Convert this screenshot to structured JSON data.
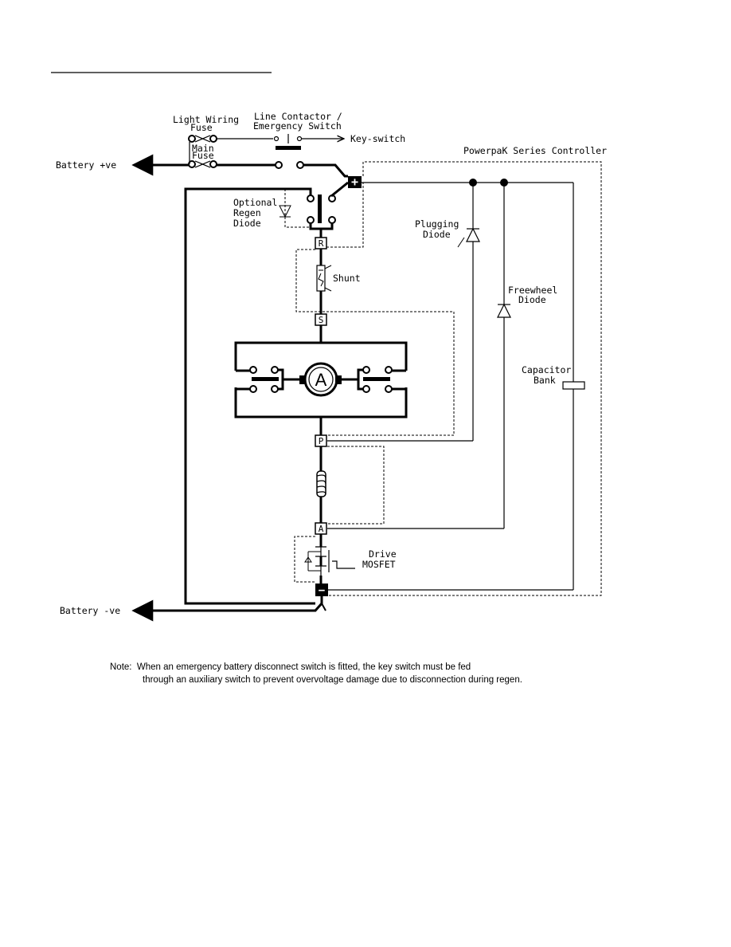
{
  "labels": {
    "light_wiring": "Light Wiring",
    "fuse_top": "Fuse",
    "main": "Main",
    "fuse_main": "Fuse",
    "line_contactor": "Line Contactor /",
    "emergency_switch": "Emergency Switch",
    "key_switch": "Key-switch",
    "controller": "PowerpaK Series Controller",
    "battery_pos": "Battery   +ve",
    "battery_neg": "Battery   -ve",
    "optional": "Optional",
    "regen": "Regen",
    "diode": "Diode",
    "plugging": "Plugging",
    "plugging_diode": "Diode",
    "shunt": "Shunt",
    "freewheel": "Freewheel",
    "freewheel_diode": "Diode",
    "capacitor": "Capacitor",
    "bank": "Bank",
    "drive": "Drive",
    "mosfet": "MOSFET",
    "armature": "A"
  },
  "terminals": {
    "pos": "+",
    "neg": "−",
    "r": "R",
    "s": "S",
    "p": "P",
    "a": "A"
  },
  "note": {
    "line1": "Note:  When an emergency battery disconnect switch is fitted, the key switch must be fed",
    "line2": "through an auxiliary switch to prevent overvoltage damage due to disconnection during regen."
  }
}
